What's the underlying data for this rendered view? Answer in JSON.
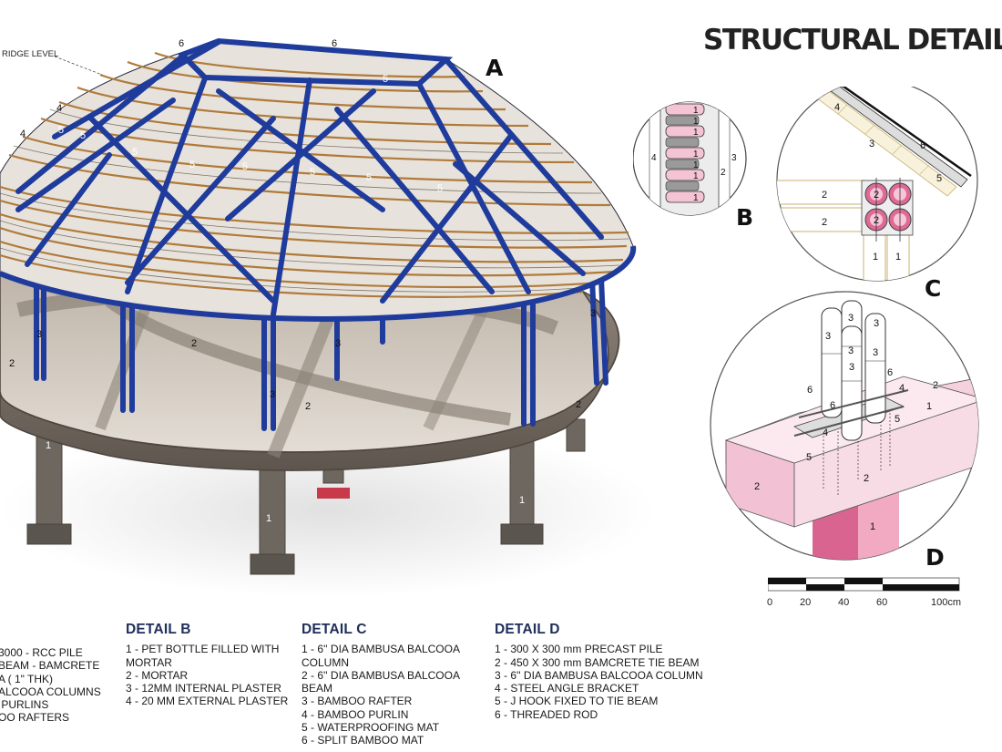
{
  "title": "STRUCTURAL DETAILS",
  "colors": {
    "steel_blue": "#1f3b9c",
    "bamboo": "#b07a3a",
    "concrete": "#7d7469",
    "pink": "#f2c2d4",
    "pink_dark": "#d9648f",
    "heading": "#1f2e5a"
  },
  "detail_letters": {
    "a": "A",
    "b": "B",
    "c": "C",
    "d": "D"
  },
  "main_model": {
    "ridge_label": "RIDGE LEVEL",
    "callouts": [
      "6",
      "6",
      "4",
      "4",
      "5",
      "5",
      "5",
      "5",
      "5",
      "5",
      "5",
      "5",
      "5",
      "3",
      "3",
      "3",
      "3",
      "2",
      "2",
      "2",
      "2",
      "1",
      "1",
      "1"
    ]
  },
  "detail_b_callouts": {
    "left": "4",
    "right": "3",
    "mid": "2",
    "cells": [
      "1",
      "1",
      "1",
      "1",
      "1",
      "1",
      "1"
    ]
  },
  "detail_c_callouts": [
    "4",
    "3",
    "6",
    "5",
    "2",
    "2",
    "2",
    "2",
    "1",
    "1"
  ],
  "detail_d_callouts": [
    "3",
    "3",
    "3",
    "3",
    "3",
    "3",
    "6",
    "6",
    "6",
    "4",
    "4",
    "5",
    "5",
    "2",
    "2",
    "2",
    "1",
    "1"
  ],
  "legend": {
    "detail_a": {
      "items": [
        "3000 - RCC PILE",
        "BEAM - BAMCRETE",
        "A ( 1\" THK)",
        "ALCOOA COLUMNS",
        " PURLINS",
        "OO RAFTERS"
      ]
    },
    "detail_b": {
      "heading": "DETAIL B",
      "items": [
        "1 - PET BOTTLE FILLED WITH",
        "MORTAR",
        "2 - MORTAR",
        "3 - 12MM INTERNAL PLASTER",
        "4 - 20 MM EXTERNAL PLASTER"
      ]
    },
    "detail_c": {
      "heading": "DETAIL C",
      "items": [
        "1 - 6'' DIA BAMBUSA BALCOOA",
        "COLUMN",
        "2 - 6'' DIA BAMBUSA BALCOOA",
        "BEAM",
        "3 - BAMBOO RAFTER",
        "4 - BAMBOO PURLIN",
        "5 - WATERPROOFING MAT",
        "6 - SPLIT BAMBOO MAT"
      ]
    },
    "detail_d": {
      "heading": "DETAIL D",
      "items": [
        "1 - 300 X 300 mm PRECAST PILE",
        "2 - 450 X 300 mm BAMCRETE TIE BEAM",
        "3 - 6'' DIA BAMBUSA BALCOOA COLUMN",
        "4 - STEEL ANGLE BRACKET",
        "5 - J HOOK FIXED TO TIE BEAM",
        "6 - THREADED ROD"
      ]
    }
  },
  "scale_bar": {
    "labels": [
      "0",
      "20",
      "40",
      "60",
      "100cm"
    ]
  }
}
